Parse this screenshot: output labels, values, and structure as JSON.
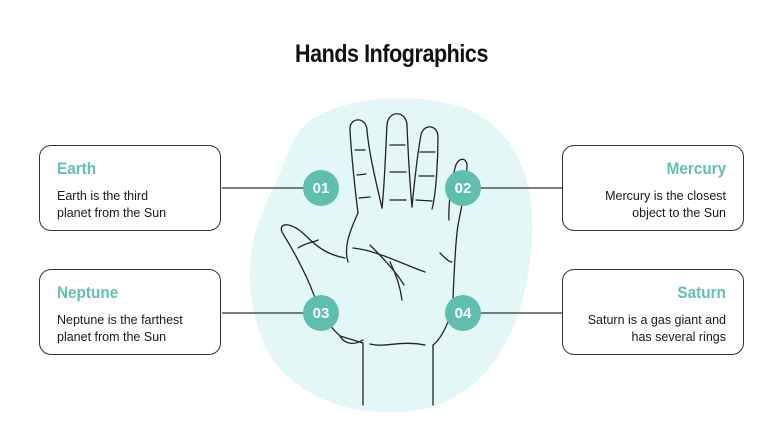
{
  "title": "Hands Infographics",
  "colors": {
    "accent": "#5fc2b1",
    "badge": "#5fbfae",
    "blob": "#e3f7f6",
    "line": "#333333"
  },
  "items": [
    {
      "number": "01",
      "heading": "Earth",
      "line1": "Earth is the third",
      "line2": "planet from the Sun"
    },
    {
      "number": "02",
      "heading": "Mercury",
      "line1": "Mercury is the closest",
      "line2": "object to the Sun"
    },
    {
      "number": "03",
      "heading": "Neptune",
      "line1": "Neptune is the farthest",
      "line2": "planet from the Sun"
    },
    {
      "number": "04",
      "heading": "Saturn",
      "line1": "Saturn is a gas giant and",
      "line2": "has several rings"
    }
  ]
}
